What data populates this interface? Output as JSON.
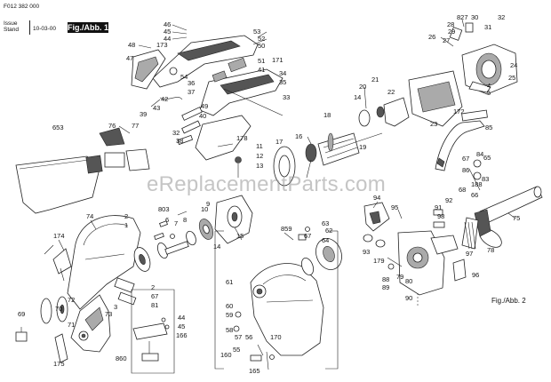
{
  "header": {
    "doc_number": "F012 382 000",
    "issue_label": "Issue",
    "issue_date": "10-03-00",
    "stand_label": "Stand",
    "fig_label": "Fig./Abb. 1"
  },
  "watermark": "eReplacementParts.com",
  "fig2_label": "Fig./Abb. 2",
  "callouts": [
    {
      "id": "46",
      "text": "46"
    },
    {
      "id": "45",
      "text": "45"
    },
    {
      "id": "44",
      "text": "44"
    },
    {
      "id": "48",
      "text": "48"
    },
    {
      "id": "173",
      "text": "173"
    },
    {
      "id": "47",
      "text": "47"
    },
    {
      "id": "53",
      "text": "53"
    },
    {
      "id": "52",
      "text": "52"
    },
    {
      "id": "50",
      "text": "50"
    },
    {
      "id": "171",
      "text": "171"
    },
    {
      "id": "54",
      "text": "54"
    },
    {
      "id": "36",
      "text": "36"
    },
    {
      "id": "37",
      "text": "37"
    },
    {
      "id": "51",
      "text": "51"
    },
    {
      "id": "41",
      "text": "41"
    },
    {
      "id": "34",
      "text": "34"
    },
    {
      "id": "35",
      "text": "35"
    },
    {
      "id": "33",
      "text": "33"
    },
    {
      "id": "42",
      "text": "42"
    },
    {
      "id": "49",
      "text": "49"
    },
    {
      "id": "43",
      "text": "43"
    },
    {
      "id": "40",
      "text": "40"
    },
    {
      "id": "39",
      "text": "39"
    },
    {
      "id": "32",
      "text": "32"
    },
    {
      "id": "38",
      "text": "38"
    },
    {
      "id": "178",
      "text": "178"
    },
    {
      "id": "11",
      "text": "11"
    },
    {
      "id": "12",
      "text": "12"
    },
    {
      "id": "13",
      "text": "13"
    },
    {
      "id": "653",
      "text": "653"
    },
    {
      "id": "76",
      "text": "76"
    },
    {
      "id": "77",
      "text": "77"
    },
    {
      "id": "17",
      "text": "17"
    },
    {
      "id": "16",
      "text": "16"
    },
    {
      "id": "18",
      "text": "18"
    },
    {
      "id": "14",
      "text": "14"
    },
    {
      "id": "20",
      "text": "20"
    },
    {
      "id": "21",
      "text": "21"
    },
    {
      "id": "22",
      "text": "22"
    },
    {
      "id": "19",
      "text": "19"
    },
    {
      "id": "827",
      "text": "827"
    },
    {
      "id": "30",
      "text": "30"
    },
    {
      "id": "31",
      "text": "31"
    },
    {
      "id": "32b",
      "text": "32"
    },
    {
      "id": "28",
      "text": "28"
    },
    {
      "id": "29",
      "text": "29"
    },
    {
      "id": "26",
      "text": "26"
    },
    {
      "id": "27",
      "text": "27"
    },
    {
      "id": "24",
      "text": "24"
    },
    {
      "id": "25",
      "text": "25"
    },
    {
      "id": "172",
      "text": "172"
    },
    {
      "id": "23",
      "text": "23"
    },
    {
      "id": "4",
      "text": "4"
    },
    {
      "id": "5",
      "text": "5"
    },
    {
      "id": "85",
      "text": "85"
    },
    {
      "id": "67",
      "text": "67"
    },
    {
      "id": "84",
      "text": "84"
    },
    {
      "id": "65",
      "text": "65"
    },
    {
      "id": "86",
      "text": "86"
    },
    {
      "id": "188",
      "text": "188"
    },
    {
      "id": "66",
      "text": "66"
    },
    {
      "id": "68",
      "text": "68"
    },
    {
      "id": "83",
      "text": "83"
    },
    {
      "id": "94",
      "text": "94"
    },
    {
      "id": "95",
      "text": "95"
    },
    {
      "id": "92",
      "text": "92"
    },
    {
      "id": "91",
      "text": "91"
    },
    {
      "id": "98",
      "text": "98"
    },
    {
      "id": "75",
      "text": "75"
    },
    {
      "id": "78",
      "text": "78"
    },
    {
      "id": "96",
      "text": "96"
    },
    {
      "id": "97",
      "text": "97"
    },
    {
      "id": "93",
      "text": "93"
    },
    {
      "id": "179",
      "text": "179"
    },
    {
      "id": "88",
      "text": "88"
    },
    {
      "id": "89",
      "text": "89"
    },
    {
      "id": "90",
      "text": "90"
    },
    {
      "id": "80",
      "text": "80"
    },
    {
      "id": "79",
      "text": "79"
    },
    {
      "id": "74",
      "text": "74"
    },
    {
      "id": "174",
      "text": "174"
    },
    {
      "id": "2",
      "text": "2"
    },
    {
      "id": "1",
      "text": "1"
    },
    {
      "id": "803",
      "text": "803"
    },
    {
      "id": "7",
      "text": "7"
    },
    {
      "id": "8",
      "text": "8"
    },
    {
      "id": "6",
      "text": "6"
    },
    {
      "id": "10",
      "text": "10"
    },
    {
      "id": "9",
      "text": "9"
    },
    {
      "id": "15",
      "text": "15"
    },
    {
      "id": "14b",
      "text": "14"
    },
    {
      "id": "859",
      "text": "859"
    },
    {
      "id": "63",
      "text": "63"
    },
    {
      "id": "67b",
      "text": "67"
    },
    {
      "id": "62",
      "text": "62"
    },
    {
      "id": "64",
      "text": "64"
    },
    {
      "id": "61",
      "text": "61"
    },
    {
      "id": "60",
      "text": "60"
    },
    {
      "id": "59",
      "text": "59"
    },
    {
      "id": "58",
      "text": "58"
    },
    {
      "id": "57",
      "text": "57"
    },
    {
      "id": "56",
      "text": "56"
    },
    {
      "id": "170",
      "text": "170"
    },
    {
      "id": "55",
      "text": "55"
    },
    {
      "id": "165",
      "text": "165"
    },
    {
      "id": "160",
      "text": "160"
    },
    {
      "id": "2b",
      "text": "2"
    },
    {
      "id": "67c",
      "text": "67"
    },
    {
      "id": "81",
      "text": "81"
    },
    {
      "id": "72",
      "text": "72"
    },
    {
      "id": "70",
      "text": "70"
    },
    {
      "id": "71",
      "text": "71"
    },
    {
      "id": "69",
      "text": "69"
    },
    {
      "id": "73",
      "text": "73"
    },
    {
      "id": "3",
      "text": "3"
    },
    {
      "id": "44b",
      "text": "44"
    },
    {
      "id": "45b",
      "text": "45"
    },
    {
      "id": "166",
      "text": "166"
    },
    {
      "id": "860",
      "text": "860"
    },
    {
      "id": "175",
      "text": "175"
    }
  ]
}
